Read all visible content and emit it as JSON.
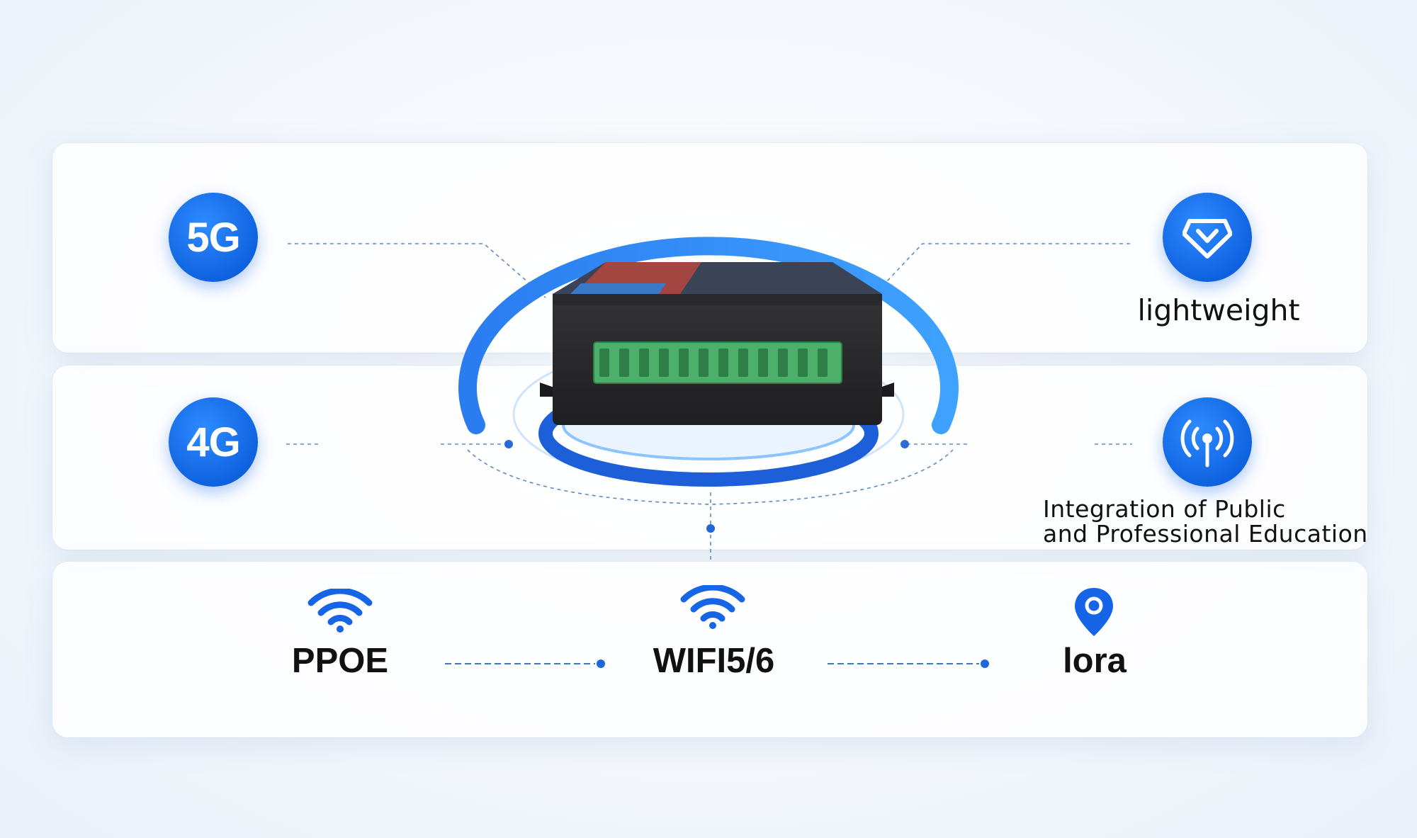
{
  "features": {
    "f5g": {
      "badge": "5G",
      "icon": "5g-badge"
    },
    "f4g": {
      "badge": "4G",
      "icon": "4g-badge"
    },
    "lightweight": {
      "label": "lightweight",
      "icon": "lightweight-cube-icon"
    },
    "integration": {
      "line1": "Integration of Public",
      "line2": "and Professional Education",
      "icon": "signal-broadcast-icon"
    }
  },
  "connectivity": {
    "ppoe": {
      "label": "PPOE",
      "icon": "wifi-icon"
    },
    "wifi": {
      "label": "WIFI5/6",
      "icon": "wifi-icon"
    },
    "lora": {
      "label": "lora",
      "icon": "location-pin-icon"
    }
  },
  "colors": {
    "accent": "#1565e6",
    "terminal": "#4caf6a",
    "device": "#2b2b2d"
  }
}
